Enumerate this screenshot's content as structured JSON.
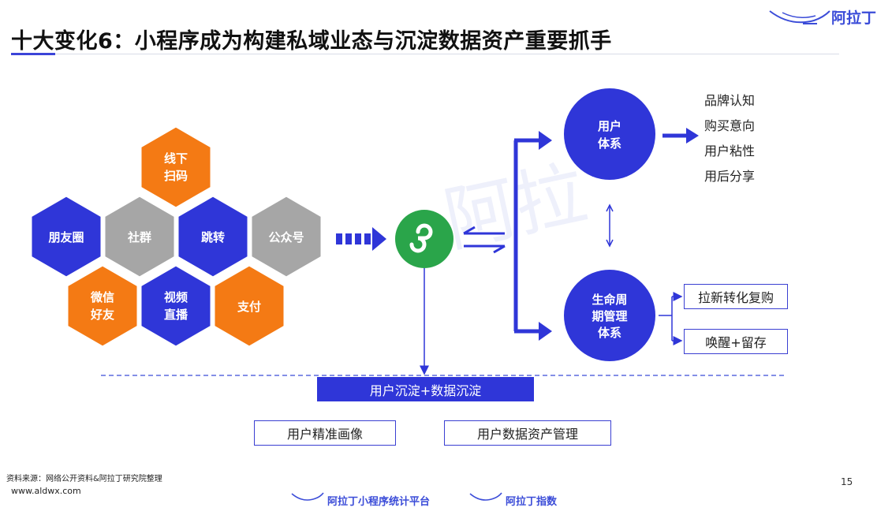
{
  "header": {
    "title": "十大变化6：小程序成为构建私域业态与沉淀数据资产重要抓手",
    "brand": "阿拉丁"
  },
  "colors": {
    "blue": "#2f36d8",
    "orange": "#f47a14",
    "gray": "#a6a6a6",
    "green": "#2aa54a"
  },
  "hexes": [
    {
      "l1": "线下",
      "l2": "扫码",
      "color": "orange"
    },
    {
      "l1": "朋友圈",
      "l2": "",
      "color": "blue"
    },
    {
      "l1": "社群",
      "l2": "",
      "color": "gray"
    },
    {
      "l1": "跳转",
      "l2": "",
      "color": "blue"
    },
    {
      "l1": "公众号",
      "l2": "",
      "color": "gray"
    },
    {
      "l1": "微信",
      "l2": "好友",
      "color": "orange"
    },
    {
      "l1": "视频",
      "l2": "直播",
      "color": "blue"
    },
    {
      "l1": "支付",
      "l2": "",
      "color": "orange"
    }
  ],
  "user_system": {
    "l1": "用户",
    "l2": "体系"
  },
  "lifecycle": {
    "l1": "生命周",
    "l2": "期管理",
    "l3": "体系"
  },
  "user_attributes": [
    "品牌认知",
    "购买意向",
    "用户粘性",
    "用后分享"
  ],
  "lifecycle_boxes": [
    "拉新转化复购",
    "唤醒+留存"
  ],
  "sink_bar": "用户沉淀+数据沉淀",
  "bottom_boxes": [
    "用户精准画像",
    "用户数据资产管理"
  ],
  "footer": {
    "source": "资料来源：网络公开资料&阿拉丁研究院整理",
    "site": "www.aldwx.com",
    "page": "15",
    "platform": "阿拉丁小程序统计平台",
    "index": "阿拉丁指数"
  }
}
